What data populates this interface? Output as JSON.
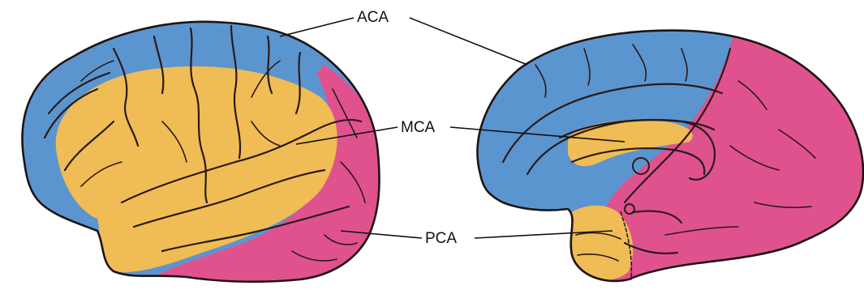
{
  "labels": {
    "aca": "ACA",
    "mca": "MCA",
    "pca": "PCA"
  },
  "colors": {
    "aca_territory": "#5b95cf",
    "mca_territory": "#f0bc55",
    "pca_territory": "#e0528e",
    "outline": "#1d1414"
  }
}
